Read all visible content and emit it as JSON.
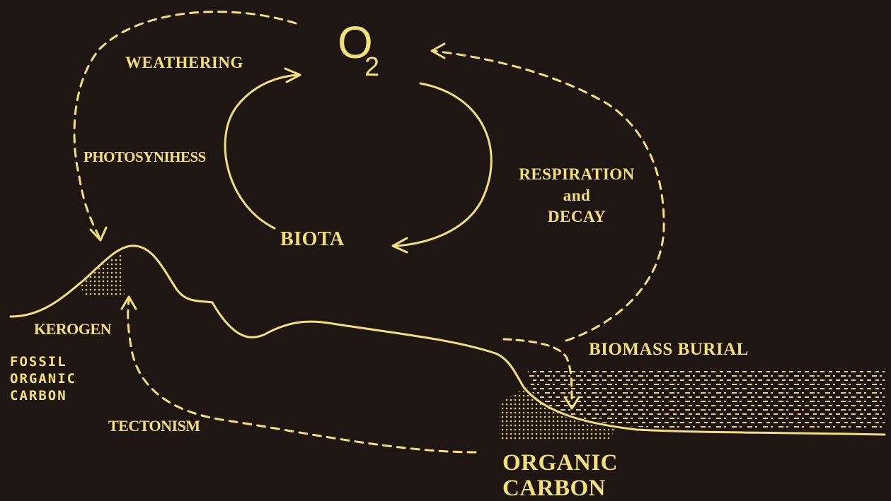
{
  "o2": {
    "main": "O",
    "sub": "2"
  },
  "labels": {
    "weathering": "WEATHERING",
    "photosynthesis": "PHOTOSYNIHESS",
    "respiration_line1": "RESPIRATION",
    "respiration_line2": "and",
    "respiration_line3": "DECAY",
    "biota": "BIOTA",
    "kerogen": "KEROGEN",
    "fossil_line1": "FOSSIL",
    "fossil_line2": "ORGANIC",
    "fossil_line3": "CARBON",
    "tectonism": "TECTONISM",
    "biomass_burial": "BIOMASS BURIAL",
    "organic_carbon_line1": "ORGANIC",
    "organic_carbon_line2": "CARBON"
  },
  "colors": {
    "background": "#1f1613",
    "line": "#f2e07a"
  }
}
